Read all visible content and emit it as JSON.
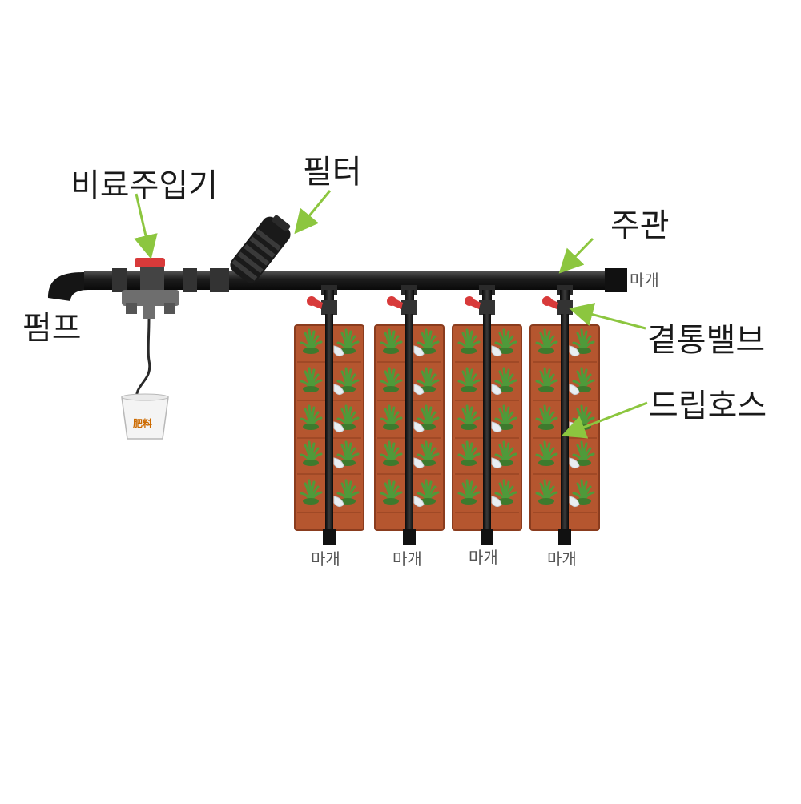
{
  "labels": {
    "fertilizer_injector": "비료주입기",
    "filter": "필터",
    "main_pipe": "주관",
    "pump": "펌프",
    "side_valve": "곁통밸브",
    "drip_hose": "드립호스"
  },
  "caps": {
    "main_end": "마개",
    "bed_ends": [
      "마개",
      "마개",
      "마개",
      "마개"
    ]
  },
  "bucket_text": "肥料",
  "colors": {
    "arrow": "#8cc63f",
    "pipe": "#1c1c1c",
    "valve": "#d83a3a",
    "soil": "#b5562f",
    "plant": "#4f9a3a"
  }
}
